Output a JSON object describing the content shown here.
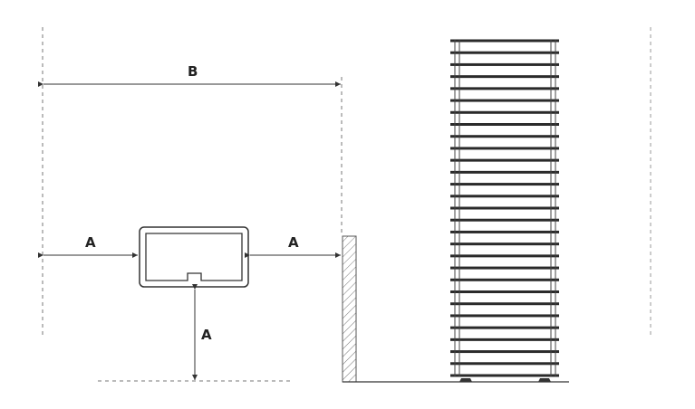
{
  "labels": {
    "b": "B",
    "a_left": "A",
    "a_right": "A",
    "a_bottom": "A"
  },
  "radiator": {
    "bar_count": 29
  },
  "colors": {
    "line": "#333333",
    "dashed": "#777777",
    "bar": "#2a2a2a"
  }
}
